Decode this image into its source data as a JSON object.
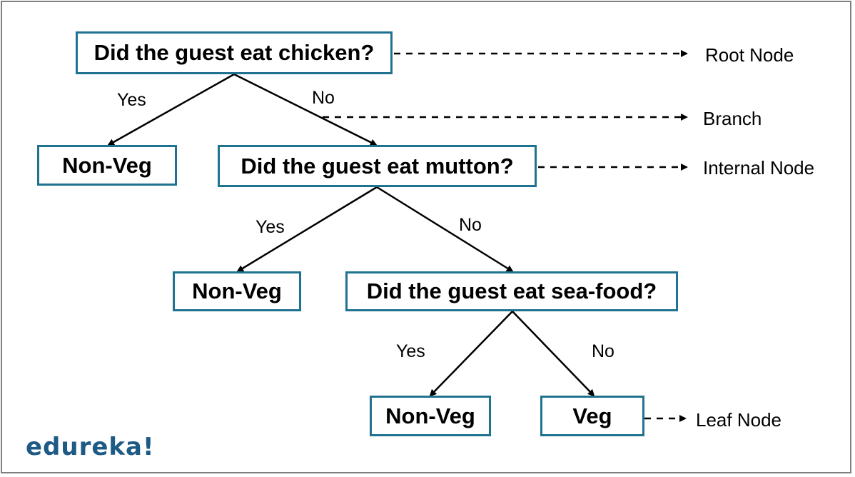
{
  "nodes": {
    "root": "Did the guest eat chicken?",
    "leaf_1": "Non-Veg",
    "internal_1": "Did the guest eat mutton?",
    "leaf_2": "Non-Veg",
    "internal_2": "Did the guest eat sea-food?",
    "leaf_3": "Non-Veg",
    "leaf_4": "Veg"
  },
  "branches": {
    "root_yes": "Yes",
    "root_no": "No",
    "mutton_yes": "Yes",
    "mutton_no": "No",
    "seafood_yes": "Yes",
    "seafood_no": "No"
  },
  "legend": {
    "root_node": "Root Node",
    "branch": "Branch",
    "internal_node": "Internal Node",
    "leaf_node": "Leaf Node"
  },
  "logo": "edureka!",
  "colors": {
    "node_border": "#1f7391",
    "frame_border": "#7f7f7f",
    "edge": "#000000",
    "logo": "#1d5a86"
  }
}
